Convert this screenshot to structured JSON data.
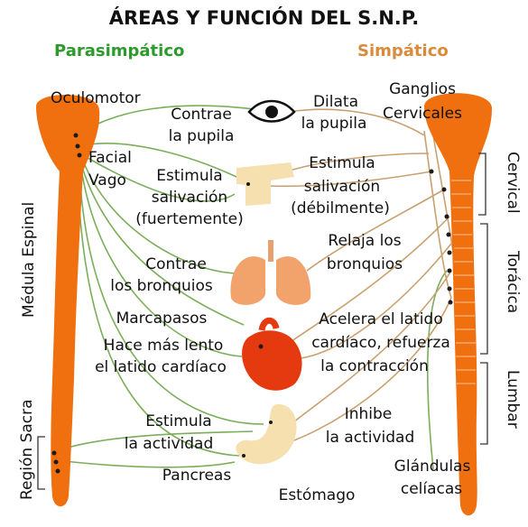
{
  "title": "ÁREAS Y FUNCIÓN DEL S.N.P.",
  "parasympathetic": "Parasimpático",
  "sympathetic": "Simpático",
  "colors": {
    "parasympathetic": "#2e9a2e",
    "sympathetic": "#d98a3a",
    "spine": "#f07010",
    "green_line": "#7aae5a",
    "tan_line": "#c9a070"
  },
  "left_labels": {
    "oculomotor": "Oculomotor",
    "facial": "Facial",
    "vago": "Vago",
    "medula": "Médula Espinal",
    "region_sacra": "Región Sacra"
  },
  "right_labels": {
    "ganglios_1": "Ganglios",
    "ganglios_2": "Cervicales",
    "cervical": "Cervical",
    "toracica": "Torácica",
    "lumbar": "Lumbar"
  },
  "para_effects": {
    "contrae_pupila_1": "Contrae",
    "contrae_pupila_2": "la pupila",
    "saliva_1": "Estimula",
    "saliva_2": "salivación",
    "saliva_3": "(fuertemente)",
    "bronq_1": "Contrae",
    "bronq_2": "los bronquios",
    "marcapasos": "Marcapasos",
    "latido_1": "Hace más lento",
    "latido_2": "el latido cardíaco",
    "act_1": "Estimula",
    "act_2": "la actividad"
  },
  "symp_effects": {
    "dilata_1": "Dilata",
    "dilata_2": "la pupila",
    "saliva_1": "Estimula",
    "saliva_2": "salivación",
    "saliva_3": "(débilmente)",
    "bronq_1": "Relaja los",
    "bronq_2": "bronquios",
    "acel_1": "Acelera el latido",
    "acel_2": "cardíaco, refuerza",
    "acel_3": "la contracción",
    "inhibe_1": "Inhibe",
    "inhibe_2": "la actividad",
    "glandulas_1": "Glándulas",
    "glandulas_2": "celíacas"
  },
  "organs": {
    "pancreas": "Pancreas",
    "estomago": "Estómago"
  }
}
